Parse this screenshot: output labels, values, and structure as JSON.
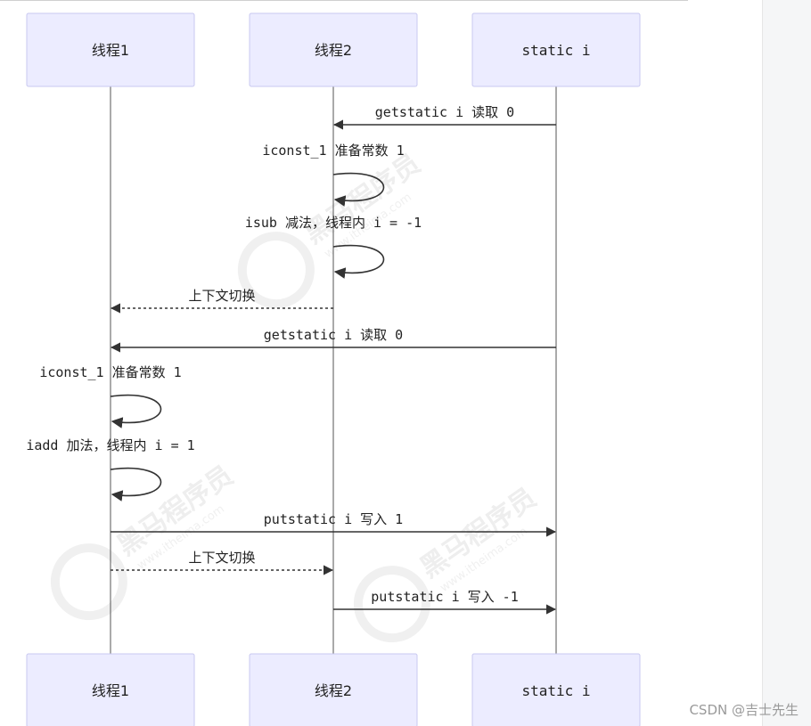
{
  "actors": [
    {
      "name": "线程1",
      "mono": false
    },
    {
      "name": "线程2",
      "mono": false
    },
    {
      "name": "static i",
      "mono": true
    }
  ],
  "messages": [
    {
      "from": 2,
      "to": 1,
      "text": "getstatic i 读取 0",
      "kind": "solid"
    },
    {
      "from": 1,
      "to": 1,
      "text": "iconst_1 准备常数 1",
      "kind": "self"
    },
    {
      "from": 1,
      "to": 1,
      "text": "isub 减法，线程内 i = -1",
      "kind": "self"
    },
    {
      "from": 1,
      "to": 0,
      "text": "上下文切换",
      "kind": "dashed"
    },
    {
      "from": 2,
      "to": 0,
      "text": "getstatic i 读取 0",
      "kind": "solid"
    },
    {
      "from": 0,
      "to": 0,
      "text": "iconst_1 准备常数 1",
      "kind": "self"
    },
    {
      "from": 0,
      "to": 0,
      "text": "iadd 加法，线程内 i = 1",
      "kind": "self"
    },
    {
      "from": 0,
      "to": 2,
      "text": "putstatic i 写入 1",
      "kind": "solid"
    },
    {
      "from": 0,
      "to": 1,
      "text": "上下文切换",
      "kind": "dashed"
    },
    {
      "from": 1,
      "to": 2,
      "text": "putstatic i 写入 -1",
      "kind": "solid"
    }
  ],
  "watermark": {
    "brand": "黑马程序员",
    "url": "www.itheima.com"
  },
  "footer": {
    "text": "CSDN @吉士先生"
  }
}
